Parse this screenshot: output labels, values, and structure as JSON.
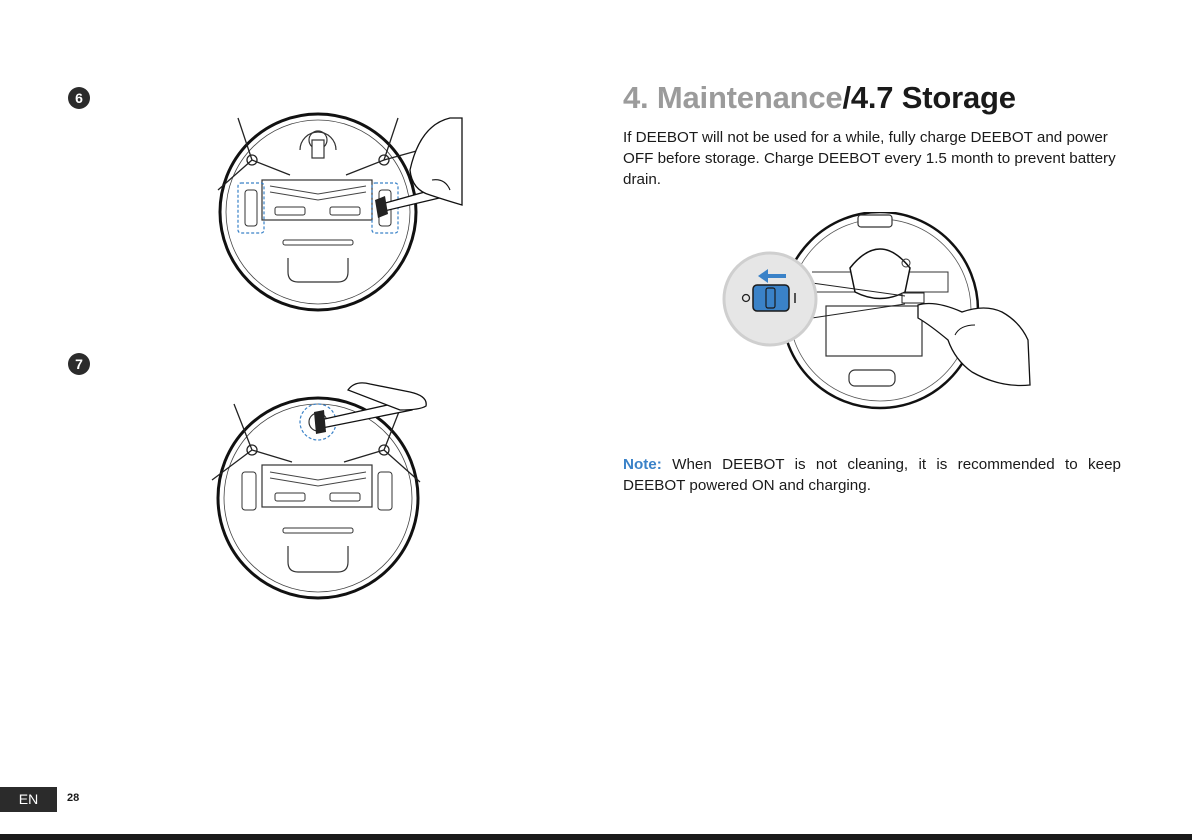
{
  "steps": {
    "step6": "6",
    "step7": "7"
  },
  "heading": {
    "section": "4. Maintenance",
    "subsection": "/4.7 Storage"
  },
  "body": "If DEEBOT will not be used for a while, fully charge DEEBOT and power OFF before storage. Charge DEEBOT every 1.5 month to prevent battery drain.",
  "note": {
    "label": "Note:",
    "text": "When DEEBOT is not cleaning, it is recommended to keep DEEBOT powered ON and charging."
  },
  "footer": {
    "language": "EN",
    "page_number": "28"
  },
  "colors": {
    "accent_blue": "#3a82c8",
    "heading_gray": "#9b9b9b",
    "text": "#1a1a1a"
  },
  "illustrations": [
    {
      "icon": "robot-underside-brush-cleaning-icon"
    },
    {
      "icon": "robot-underside-caster-cleaning-icon"
    },
    {
      "icon": "robot-underside-power-switch-icon"
    }
  ]
}
